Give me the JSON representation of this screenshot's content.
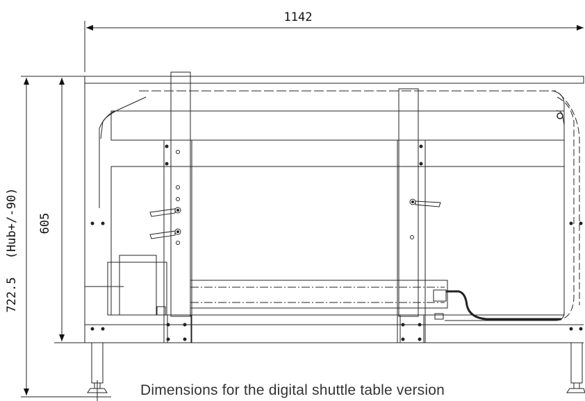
{
  "dimensions": {
    "width": "1142",
    "height_frame": "605",
    "height_total": "722.5",
    "stroke_note": "(Hub+/-90)"
  },
  "caption": "Dimensions for the digital shuttle table version"
}
